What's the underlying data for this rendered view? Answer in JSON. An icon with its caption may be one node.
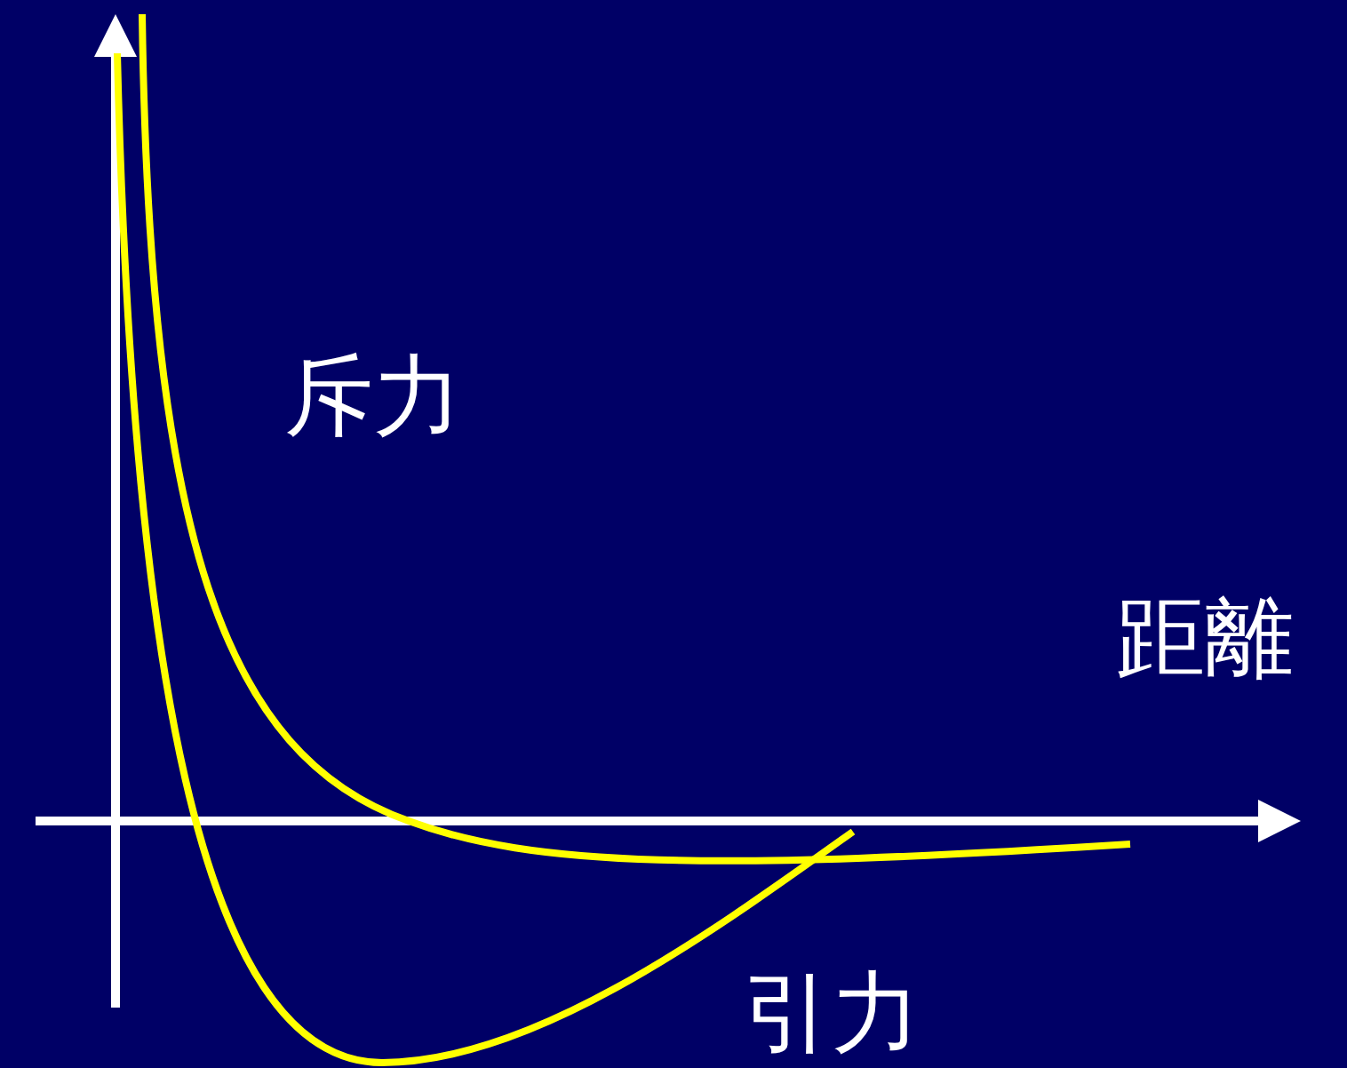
{
  "diagram": {
    "labels": [
      "斥力",
      "距離",
      "引力"
    ]
  }
}
